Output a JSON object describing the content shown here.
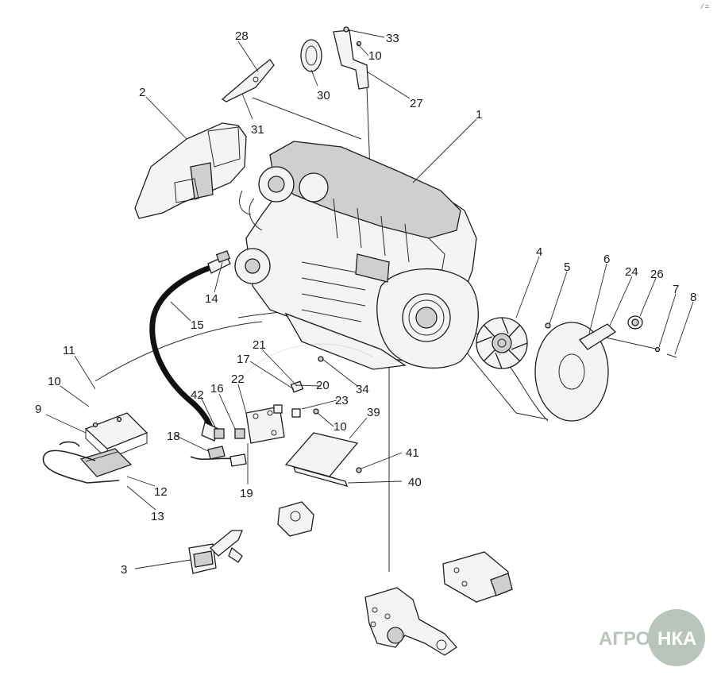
{
  "diagram": {
    "callouts": [
      {
        "id": "c1",
        "text": "1"
      },
      {
        "id": "c2",
        "text": "2"
      },
      {
        "id": "c3",
        "text": "3"
      },
      {
        "id": "c4",
        "text": "4"
      },
      {
        "id": "c5",
        "text": "5"
      },
      {
        "id": "c6",
        "text": "6"
      },
      {
        "id": "c7",
        "text": "7"
      },
      {
        "id": "c8",
        "text": "8"
      },
      {
        "id": "c9",
        "text": "9"
      },
      {
        "id": "c10a",
        "text": "10"
      },
      {
        "id": "c10b",
        "text": "10"
      },
      {
        "id": "c10c",
        "text": "10"
      },
      {
        "id": "c11",
        "text": "11"
      },
      {
        "id": "c12",
        "text": "12"
      },
      {
        "id": "c13",
        "text": "13"
      },
      {
        "id": "c14",
        "text": "14"
      },
      {
        "id": "c15",
        "text": "15"
      },
      {
        "id": "c16",
        "text": "16"
      },
      {
        "id": "c17",
        "text": "17"
      },
      {
        "id": "c18",
        "text": "18"
      },
      {
        "id": "c19",
        "text": "19"
      },
      {
        "id": "c20",
        "text": "20"
      },
      {
        "id": "c21",
        "text": "21"
      },
      {
        "id": "c22",
        "text": "22"
      },
      {
        "id": "c23",
        "text": "23"
      },
      {
        "id": "c24",
        "text": "24"
      },
      {
        "id": "c26",
        "text": "26"
      },
      {
        "id": "c27",
        "text": "27"
      },
      {
        "id": "c28",
        "text": "28"
      },
      {
        "id": "c30",
        "text": "30"
      },
      {
        "id": "c31",
        "text": "31"
      },
      {
        "id": "c33",
        "text": "33"
      },
      {
        "id": "c34",
        "text": "34"
      },
      {
        "id": "c39",
        "text": "39"
      },
      {
        "id": "c40",
        "text": "40"
      },
      {
        "id": "c41",
        "text": "41"
      },
      {
        "id": "c42",
        "text": "42"
      }
    ]
  },
  "logo": {
    "text_left": "АГРО",
    "text_right": "НКА"
  },
  "corner_mark": "⁄ ="
}
